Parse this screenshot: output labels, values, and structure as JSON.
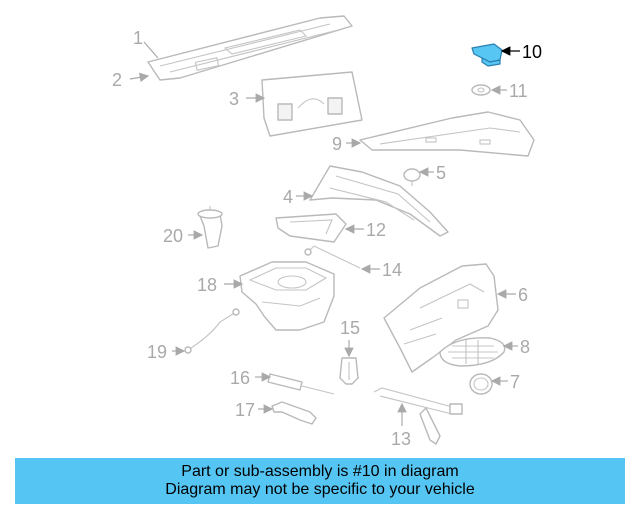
{
  "diagram": {
    "highlighted_part": "10",
    "highlight_color": "#57c6f2",
    "callouts": {
      "c1": "1",
      "c2": "2",
      "c3": "3",
      "c4": "4",
      "c5": "5",
      "c6": "6",
      "c7": "7",
      "c8": "8",
      "c9": "9",
      "c10": "10",
      "c11": "11",
      "c12": "12",
      "c13": "13",
      "c14": "14",
      "c15": "15",
      "c16": "16",
      "c17": "17",
      "c18": "18",
      "c19": "19",
      "c20": "20"
    }
  },
  "caption": {
    "line1": "Part or sub-assembly is #10 in diagram",
    "line2": "Diagram may not be specific to your vehicle",
    "background": "#55c5f3"
  }
}
